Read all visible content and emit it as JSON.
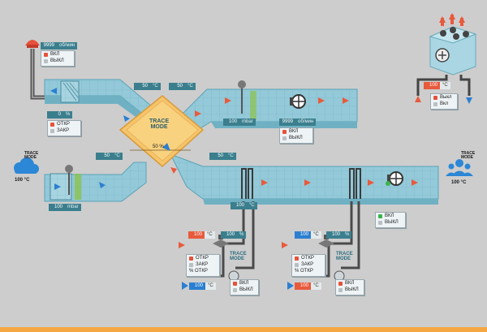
{
  "colors": {
    "background": "#cdcdcd",
    "duct": "#8fc7d6",
    "duct_dark": "#5aa3b7",
    "panel": "#eef3f5",
    "value_teal": "#3b7f8e",
    "hot": "#e85a3c",
    "cold": "#2c7fd0",
    "center_unit": "#f6c46a",
    "status_on": "#3bb34a"
  },
  "exhaust_fan_control": {
    "speed_value": "9999",
    "speed_unit": "об/мин",
    "on_label": "ВКЛ",
    "off_label": "ВЫКЛ"
  },
  "intake_damper": {
    "position_value": "0",
    "position_unit": "%",
    "open_label": "ОТКР",
    "close_label": "ЗАКР"
  },
  "supply_pressure_left": {
    "value": "100",
    "unit": "mbar"
  },
  "recirc_pressure_top": {
    "value": "100",
    "unit": "mbar"
  },
  "top_fan_control": {
    "speed_value": "9999",
    "speed_unit": "об/мин",
    "on_label": "ВКЛ",
    "off_label": "ВЫКЛ"
  },
  "duct_temps": {
    "upper_left": {
      "value": "50",
      "unit": "°C"
    },
    "upper_mid": {
      "value": "50",
      "unit": "°C"
    },
    "lower_left": {
      "value": "50",
      "unit": "°C"
    },
    "lower_mid": {
      "value": "50",
      "unit": "°C"
    },
    "supply_after_heater": {
      "value": "100",
      "unit": "°C"
    }
  },
  "recuperator": {
    "logo_line1": "TRACE",
    "logo_line2": "MODE",
    "efficiency_value": "50",
    "efficiency_unit": "%"
  },
  "outdoor": {
    "logo_line1": "TRACE",
    "logo_line2": "MODE",
    "temperature": "100 °C"
  },
  "room": {
    "logo_line1": "TRACE",
    "logo_line2": "MODE",
    "temperature": "100 °C"
  },
  "supply_fan_control": {
    "on_label": "ВКЛ",
    "off_label": "ВЫКЛ"
  },
  "heater_circuit": {
    "supply_temp": {
      "value": "100",
      "unit": "°C"
    },
    "return_temp": {
      "value": "100",
      "unit": "°C"
    },
    "valve_position": {
      "value": "100",
      "unit": "%"
    },
    "valve_labels": {
      "open": "ОТКР",
      "close": "ЗАКР",
      "percent_open": "% ОТКР"
    },
    "pump_labels": {
      "on": "ВКЛ",
      "off": "ВЫКЛ"
    },
    "logo_line1": "TRACE",
    "logo_line2": "MODE"
  },
  "cooler_circuit": {
    "supply_temp": {
      "value": "100",
      "unit": "°C"
    },
    "return_temp": {
      "value": "100",
      "unit": "°C"
    },
    "valve_position": {
      "value": "100",
      "unit": "%"
    },
    "valve_labels": {
      "open": "ОТКР",
      "close": "ЗАКР",
      "percent_open": "% ОТКР"
    },
    "pump_labels": {
      "on": "ВКЛ",
      "off": "ВЫКЛ"
    },
    "logo_line1": "TRACE",
    "logo_line2": "MODE"
  },
  "chiller": {
    "temp_value": "100",
    "temp_unit": "°C",
    "on_label": "Выкл",
    "off_label": "Вкл"
  }
}
